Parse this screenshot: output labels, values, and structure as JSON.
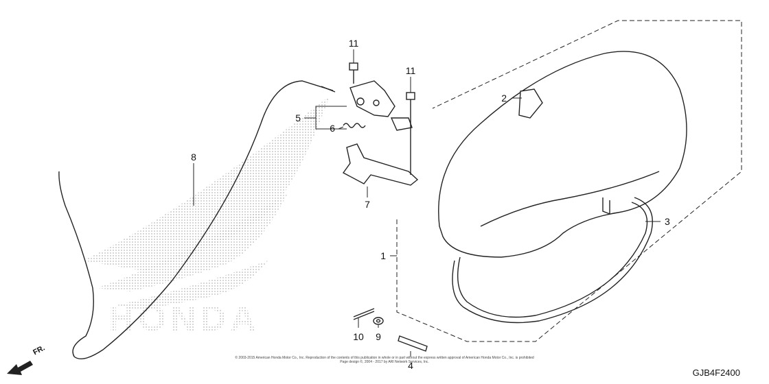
{
  "drawing_code": "GJB4F2400",
  "direction_marker": "FR.",
  "copyright_lines": [
    "© 2003-2015 American Honda Motor Co., Inc. Reproduction of the contents of this publication in whole or in part without the express written approval of American Honda Motor Co., Inc. is prohibited",
    "Page design ©, 2004 - 2017 by ARI Network Services, Inc."
  ],
  "watermark_brand": "HONDA",
  "callouts": {
    "c1": "1",
    "c2": "2",
    "c3": "3",
    "c4": "4",
    "c5": "5",
    "c6": "6",
    "c7": "7",
    "c8": "8",
    "c9": "9",
    "c10": "10",
    "c11a": "11",
    "c11b": "11"
  },
  "colors": {
    "line": "#222222",
    "watermark": "#bbbbbb",
    "background": "#ffffff"
  }
}
